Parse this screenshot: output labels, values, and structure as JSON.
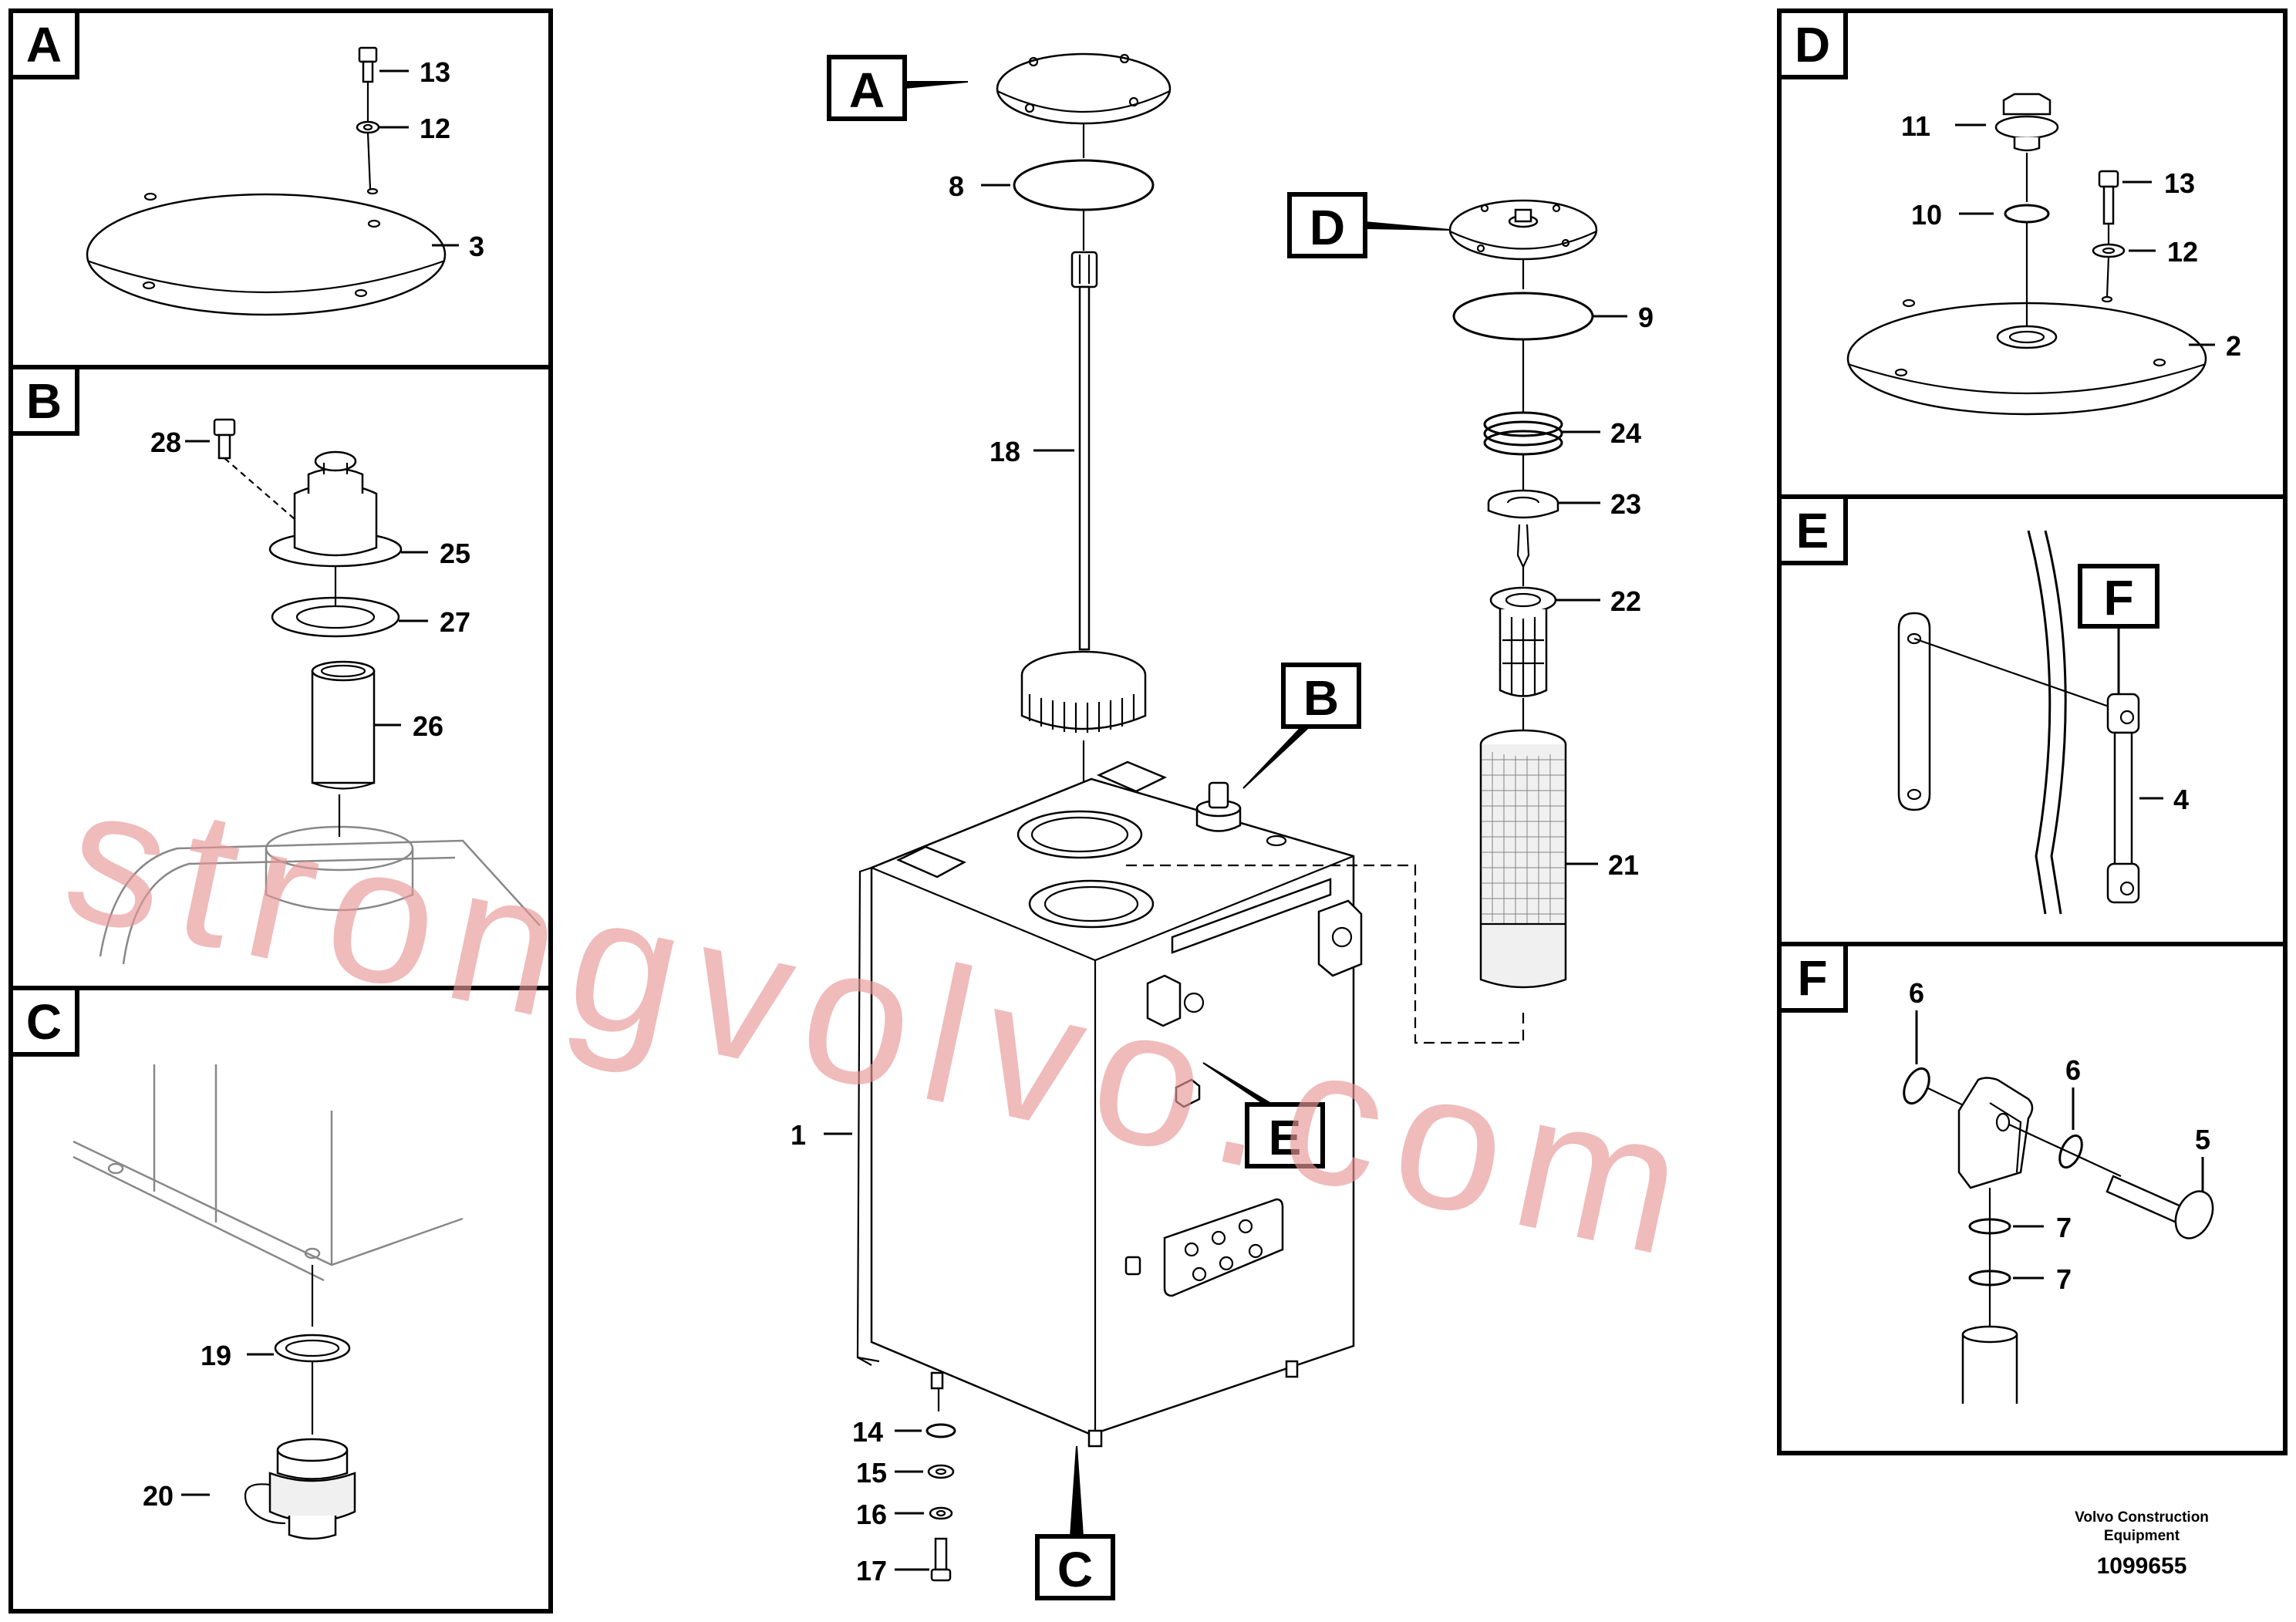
{
  "panels": [
    {
      "id": "A",
      "label": "A",
      "callouts": [
        "13",
        "12",
        "3"
      ]
    },
    {
      "id": "B",
      "label": "B",
      "callouts": [
        "28",
        "25",
        "27",
        "26"
      ]
    },
    {
      "id": "C",
      "label": "C",
      "callouts": [
        "19",
        "20"
      ]
    },
    {
      "id": "D",
      "label": "D",
      "callouts": [
        "11",
        "13",
        "10",
        "12",
        "2"
      ]
    },
    {
      "id": "E",
      "label": "E",
      "callouts": [
        "4"
      ]
    },
    {
      "id": "F",
      "label": "F",
      "callouts": [
        "6",
        "6",
        "5",
        "7",
        "7"
      ]
    }
  ],
  "main_labels": {
    "a": "A",
    "b": "B",
    "c": "C",
    "d": "D",
    "e": "E",
    "f": "F"
  },
  "callouts": {
    "n1": "1",
    "n2": "2",
    "n3": "3",
    "n4": "4",
    "n5": "5",
    "n6": "6",
    "n7": "7",
    "n8": "8",
    "n9": "9",
    "n10": "10",
    "n11": "11",
    "n12": "12",
    "n13": "13",
    "n14": "14",
    "n15": "15",
    "n16": "16",
    "n17": "17",
    "n18": "18",
    "n19": "19",
    "n20": "20",
    "n21": "21",
    "n22": "22",
    "n23": "23",
    "n24": "24",
    "n25": "25",
    "n26": "26",
    "n27": "27",
    "n28": "28"
  },
  "brand": {
    "line1": "Volvo Construction",
    "line2": "Equipment",
    "doc_number": "1099655"
  },
  "watermark": "strongvolvo.com",
  "colors": {
    "watermark": "#e89696",
    "ink": "#000000"
  }
}
